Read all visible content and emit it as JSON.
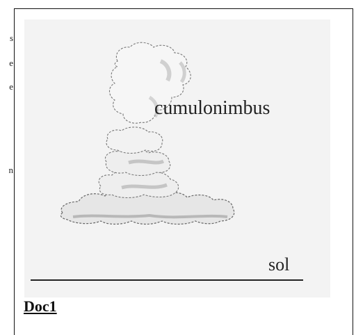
{
  "left_margin_fragments": [
    "s",
    "e",
    "e",
    "n"
  ],
  "figure": {
    "cloud_label": "cumulonimbus",
    "ground_label": "sol",
    "caption": "Doc1"
  }
}
